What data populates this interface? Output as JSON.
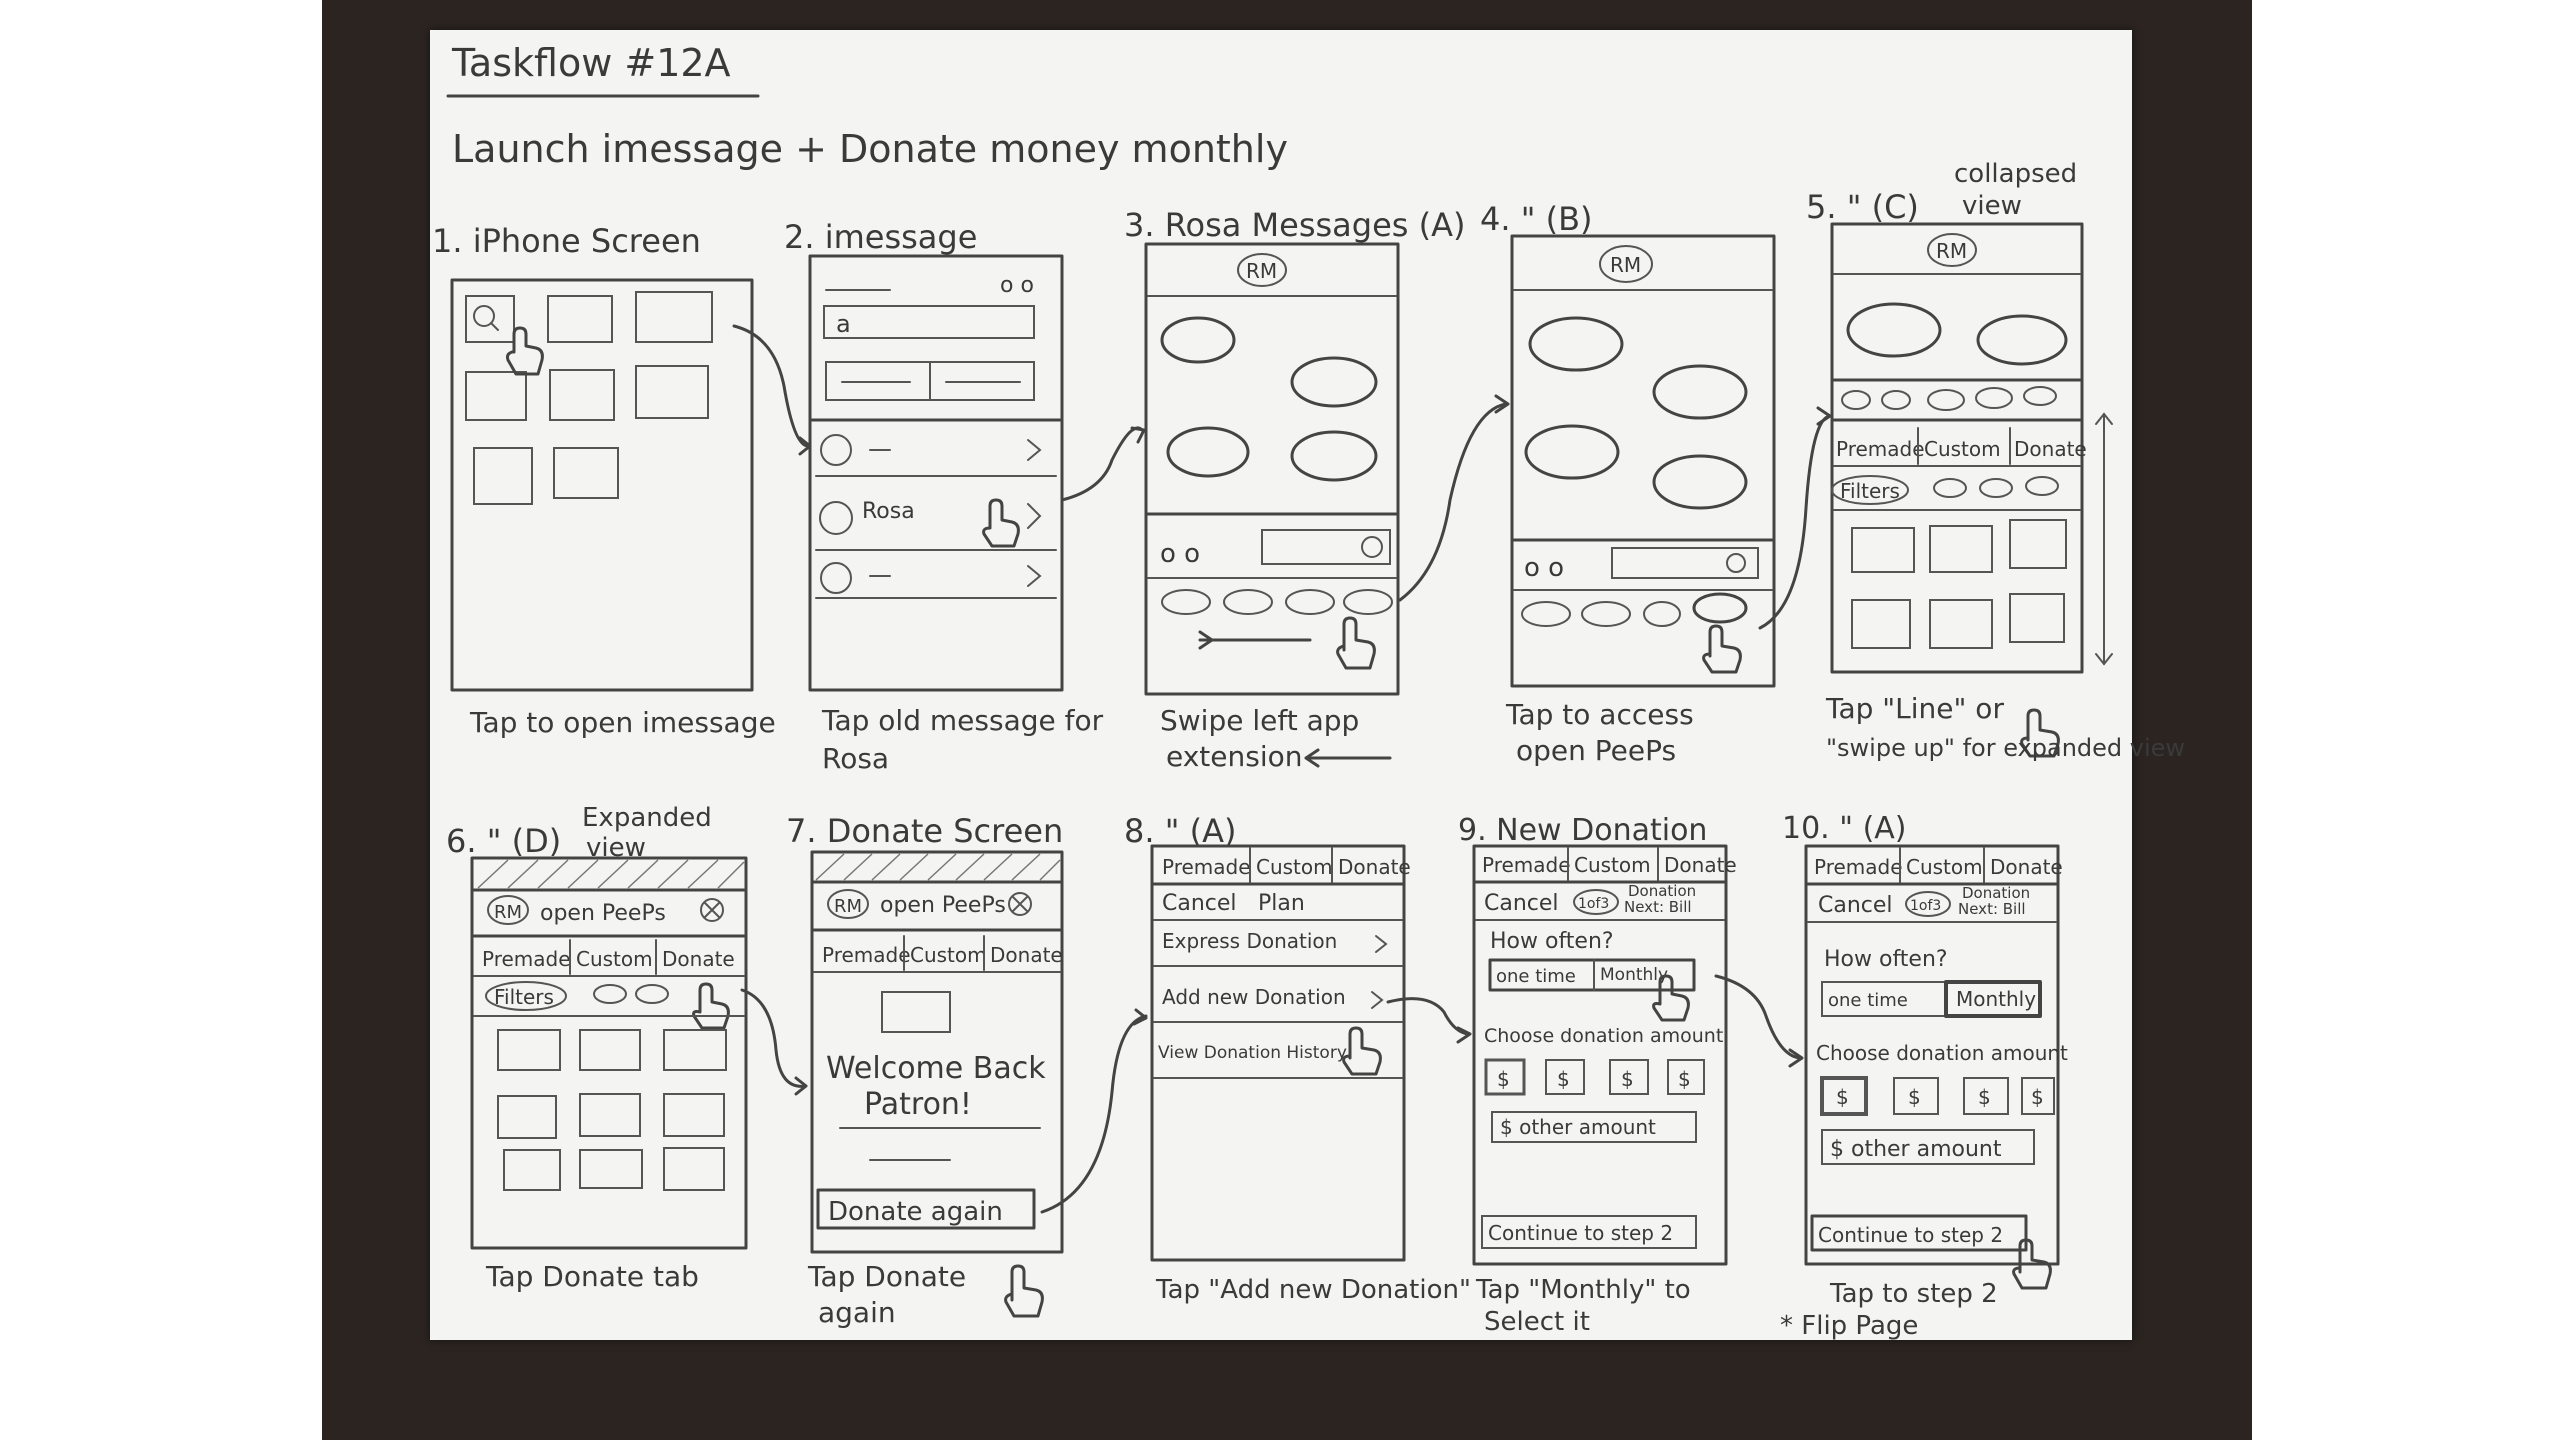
{
  "header": {
    "title": "Taskflow #12A",
    "subtitle": "Launch imessage + Donate money monthly"
  },
  "steps": [
    {
      "heading": "1. iPhone Screen",
      "caption": [
        "Tap to open imessage"
      ]
    },
    {
      "heading": "2. imessage",
      "caption": [
        "Tap old message for",
        "Rosa"
      ]
    },
    {
      "heading": "3. Rosa Messages (A)",
      "caption": [
        "Swipe left app",
        "extension"
      ]
    },
    {
      "heading": "4. \" (B)",
      "caption": [
        "Tap to access",
        "open PeePs"
      ]
    },
    {
      "heading": "5. \" (C)",
      "note": [
        "collapsed",
        "view"
      ],
      "caption": [
        "Tap \"Line\" or",
        "\"swipe up\" for expanded view"
      ]
    },
    {
      "heading": "6. \" (D)",
      "note": [
        "Expanded",
        "view"
      ],
      "caption": [
        "Tap Donate tab"
      ]
    },
    {
      "heading": "7. Donate Screen",
      "caption": [
        "Tap Donate",
        "again"
      ]
    },
    {
      "heading": "8. \" (A)",
      "caption": [
        "Tap \"Add new Donation\""
      ]
    },
    {
      "heading": "9. New Donation",
      "caption": [
        "Tap \"Monthly\" to",
        "Select it"
      ]
    },
    {
      "heading": "10. \" (A)",
      "caption": [
        "Tap to step 2",
        "* Flip Page"
      ]
    }
  ],
  "screens": {
    "imessage": {
      "search": "a",
      "contact": "Rosa"
    },
    "avatar": "RM",
    "tabs": [
      "Premade",
      "Custom",
      "Donate"
    ],
    "filters": "Filters",
    "open_peeps": "open PeePs",
    "welcome": [
      "Welcome Back",
      "Patron!"
    ],
    "donate_again": "Donate again",
    "plan": {
      "cancel": "Cancel",
      "plan": "Plan",
      "express": "Express Donation",
      "add_new": "Add new Donation",
      "history": "View Donation History"
    },
    "new_donation": {
      "cancel": "Cancel",
      "step": "1of3",
      "next_bill": [
        "Donation",
        "Next: Bill"
      ],
      "how_often": "How often?",
      "one_time": "one time",
      "monthly": "Monthly",
      "choose_amount": "Choose donation amount",
      "dollar": "$",
      "other_amount": "$ other amount",
      "continue": "Continue to step 2"
    }
  }
}
